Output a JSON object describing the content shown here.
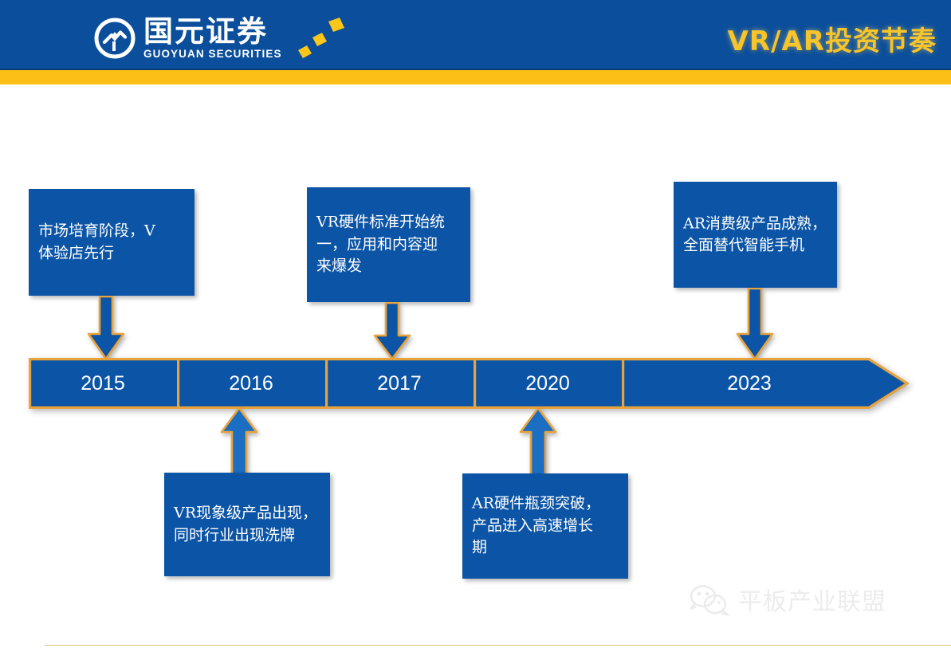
{
  "header": {
    "title": "VR/AR投资节奏",
    "logo_cn": "国元证券",
    "logo_en": "GUOYUAN SECURITIES",
    "brand_blue": "#0B4E9B",
    "brand_gold": "#FBBF15",
    "title_color": "#F6C42B"
  },
  "timeline": {
    "box_blue": "#0B54A6",
    "border_gold": "#E8A33D",
    "segments": [
      {
        "year": "2015"
      },
      {
        "year": "2016"
      },
      {
        "year": "2017"
      },
      {
        "year": "2020"
      },
      {
        "year": "2023"
      }
    ]
  },
  "callouts": {
    "above": [
      {
        "id": "callout-2015",
        "year": "2015",
        "text": "市场培育阶段，V\n体验店先行",
        "clipped": true
      },
      {
        "id": "callout-2017",
        "year": "2017",
        "text": "VR硬件标准开始统\n一，应用和内容迎\n来爆发",
        "clipped": false
      },
      {
        "id": "callout-2023",
        "year": "2023",
        "text": "AR消费级产品成熟，\n全面替代智能手机",
        "clipped": false
      }
    ],
    "below": [
      {
        "id": "callout-2016",
        "year": "2016",
        "text": "VR现象级产品出现，\n同时行业出现洗牌",
        "clipped": false
      },
      {
        "id": "callout-2020",
        "year": "2020",
        "text": "AR硬件瓶颈突破，\n产品进入高速增长\n期",
        "clipped": false
      }
    ]
  },
  "watermark": {
    "text": "平板产业联盟",
    "icon": "wechat-icon"
  }
}
